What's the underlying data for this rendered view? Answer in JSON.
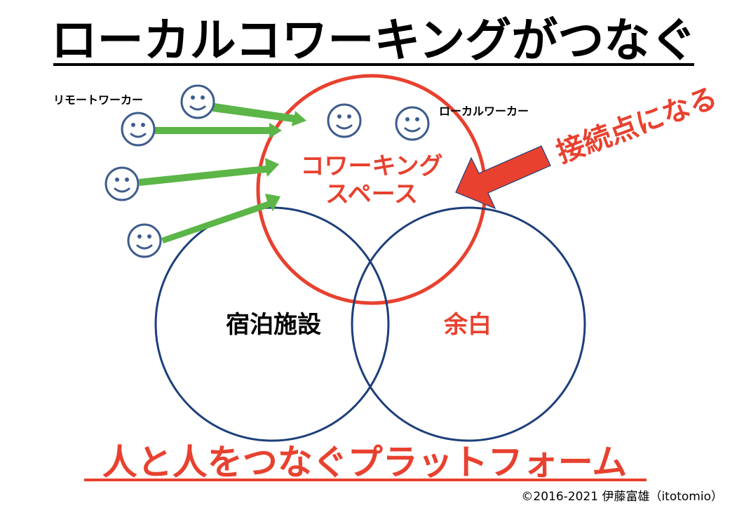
{
  "title": "ローカルコワーキングがつなぐ",
  "labels": {
    "remote_worker": "リモートワーカー",
    "local_worker": "ローカルワーカー",
    "coworking_line1": "コワーキング",
    "coworking_line2": "スペース",
    "lodging": "宿泊施設",
    "margin": "余白",
    "connection_point": "接続点になる"
  },
  "footer_slogan": "人と人をつなぐプラットフォーム",
  "copyright": "©2016-2021 伊藤富雄（itotomio）",
  "colors": {
    "red": "#e8412f",
    "navy": "#1d3f7a",
    "green": "#5bb547",
    "face": "#3e5d8c",
    "black": "#000000"
  },
  "icons": [
    "smiley-face-icon",
    "arrow-icon"
  ]
}
